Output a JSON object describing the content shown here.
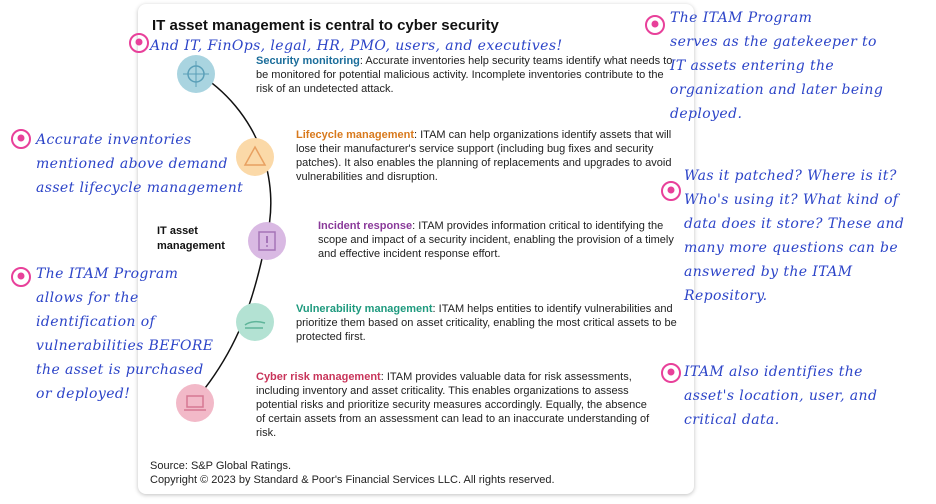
{
  "diagram": {
    "title": "IT asset management is central to cyber security",
    "center_label_line1": "IT asset",
    "center_label_line2": "management",
    "items": [
      {
        "heading": "Security monitoring",
        "text": ": Accurate inventories help security teams identify what needs to be monitored for potential malicious activity. Incomplete inventories contribute to the risk of an undetected attack.",
        "color": "#1b6d9a",
        "circle": "#a9d4e0"
      },
      {
        "heading": "Lifecycle management",
        "text": ": ITAM can help organizations identify assets that will lose their manufacturer's service support (including bug fixes and security patches). It also enables the planning of replacements and upgrades to avoid vulnerabilities and disruption.",
        "color": "#d8791c",
        "circle": "#fbd9a8"
      },
      {
        "heading": "Incident response",
        "text": ": ITAM provides information critical to identifying the scope and impact of a security incident, enabling the provision of a timely and effective incident response effort.",
        "color": "#8a3a9a",
        "circle": "#d9b9e3"
      },
      {
        "heading": "Vulnerability management",
        "text": ": ITAM helps entities to identify vulnerabilities and prioritize them based on asset criticality, enabling the most critical assets to be protected first.",
        "color": "#1e9a7e",
        "circle": "#b3e2d3"
      },
      {
        "heading": "Cyber risk management",
        "text": ": ITAM provides valuable data for risk assessments, including inventory and asset criticality. This enables organizations to assess potential risks and prioritize security measures accordingly. Equally, the absence of certain assets from an assessment can lead to an inaccurate understanding of risk.",
        "color": "#c8345a",
        "circle": "#f2b9c8"
      }
    ],
    "source_line1": "Source: S&P Global Ratings.",
    "source_line2": "Copyright © 2023 by Standard & Poor's Financial Services LLC. All rights reserved."
  },
  "annotations": {
    "top": "And IT, FinOps, legal, HR, PMO, users, and executives!",
    "right1": [
      "The ITAM Program",
      "serves as the gatekeeper to",
      "IT assets entering the",
      "organization and later being",
      "deployed."
    ],
    "left1": [
      "Accurate inventories",
      "mentioned above demand",
      "asset lifecycle management"
    ],
    "right2": [
      "Was it patched? Where is it?",
      "Who's using it? What kind of",
      "data does it store? These and",
      "many more questions can be",
      "answered by the ITAM",
      "Repository."
    ],
    "left2": [
      "The ITAM Program",
      "allows for the",
      "identification of",
      "vulnerabilities BEFORE",
      "the asset is purchased",
      "or deployed!"
    ],
    "right3": [
      "ITAM also identifies the",
      "asset's location, user, and",
      "critical data."
    ]
  },
  "colors": {
    "annotation_ink": "#2c44c8",
    "annotation_icon": "#e8409a"
  }
}
